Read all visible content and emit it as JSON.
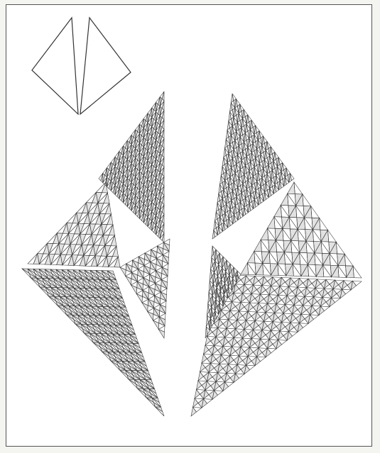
{
  "figure": {
    "description_icon": "split-triangle-seed-icon",
    "colors": {
      "paper": "#ffffff",
      "scan_background": "#f4f4f1",
      "frame": "#555555",
      "line": "#333333",
      "tile_fill": "#8a8a8a",
      "tile_stroke": "#3a3a3a"
    },
    "fractal": {
      "tile_type": "split-triangle",
      "recursion_levels": 4,
      "arms": [
        "upper-left-arm",
        "upper-right-arm",
        "lower-left-arm",
        "lower-right-arm"
      ]
    }
  }
}
